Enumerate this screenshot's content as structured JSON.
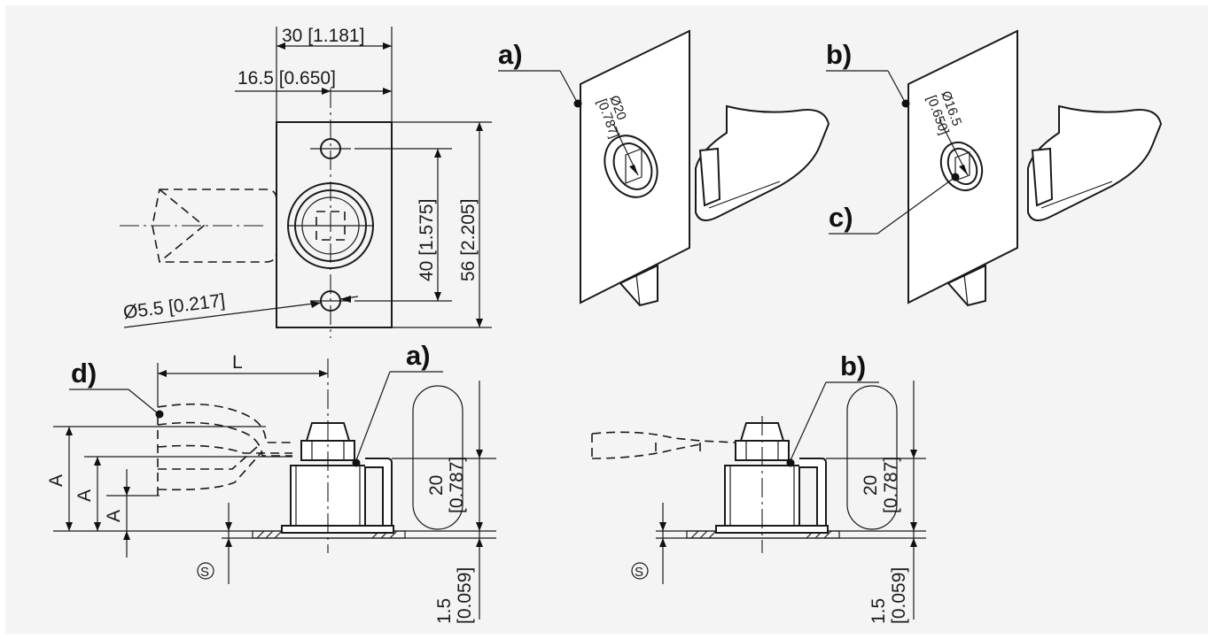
{
  "callouts": {
    "a": "a)",
    "b": "b)",
    "c": "c)",
    "d": "d)"
  },
  "front_view": {
    "width_total": "30 [1.181]",
    "width_center": "16.5 [0.650]",
    "height_holes": "40 [1.575]",
    "height_total": "56 [2.205]",
    "hole_diameter": "Ø5.5 [0.217]"
  },
  "panel_a": {
    "cutout_diameter": "Ø20",
    "cutout_inch": "[0.787]"
  },
  "panel_b": {
    "cutout_diameter": "Ø16.5",
    "cutout_inch": "[0.650]"
  },
  "side_view": {
    "length": "L",
    "offset": "A",
    "height_mm": "20",
    "height_inch": "[0.787]",
    "thickness_mm": "1.5",
    "thickness_inch": "[0.059]",
    "thickness_symbol": "S"
  }
}
